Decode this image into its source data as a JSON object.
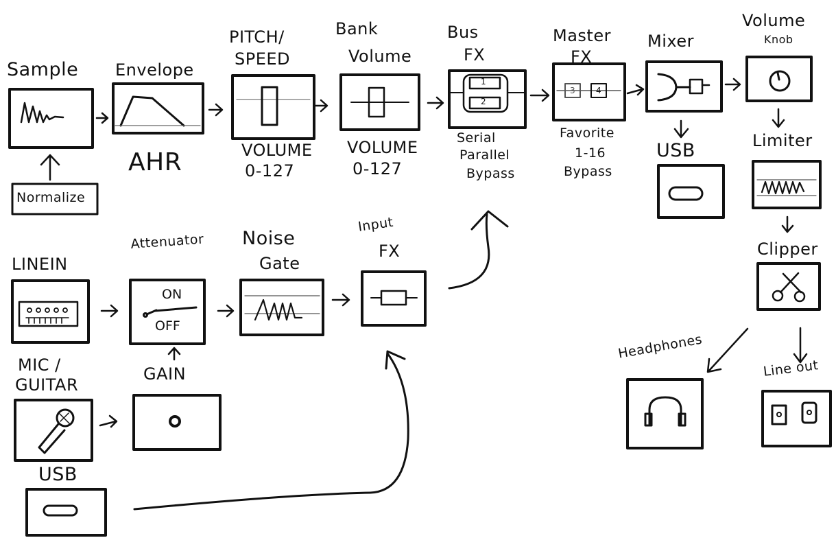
{
  "nodes": {
    "sample": "Sample",
    "normalize": "Normalize",
    "envelope": "Envelope",
    "envelope_sub": "AHR",
    "pitch_line1": "PITCH/",
    "pitch_line2": "SPEED",
    "pitch_sub1": "VOLUME",
    "pitch_sub2": "0-127",
    "bank_line1": "Bank",
    "bank_line2": "Volume",
    "bank_sub1": "VOLUME",
    "bank_sub2": "0-127",
    "bus_line1": "Bus",
    "bus_line2": "FX",
    "bus_slot1": "1",
    "bus_slot2": "2",
    "bus_sub1": "Serial",
    "bus_sub2": "Parallel",
    "bus_sub3": "Bypass",
    "master_line1": "Master",
    "master_line2": "FX",
    "master_slot1": "3",
    "master_slot2": "4",
    "master_sub1": "Favorite",
    "master_sub2": "1-16",
    "master_sub3": "Bypass",
    "mixer": "Mixer",
    "mixer_usb": "USB",
    "volume_line1": "Volume",
    "volume_line2": "Knob",
    "limiter": "Limiter",
    "clipper": "Clipper",
    "headphones": "Headphones",
    "lineout": "Line out",
    "linein": "LINEIN",
    "attenuator": "Attenuator",
    "att_on": "ON",
    "att_off": "OFF",
    "noise_line1": "Noise",
    "noise_line2": "Gate",
    "input_line1": "Input",
    "input_line2": "FX",
    "mic_line1": "MIC /",
    "mic_line2": "GUITAR",
    "gain": "GAIN",
    "usb_in": "USB"
  },
  "style": {
    "ink": "#111111",
    "paper": "#ffffff"
  }
}
